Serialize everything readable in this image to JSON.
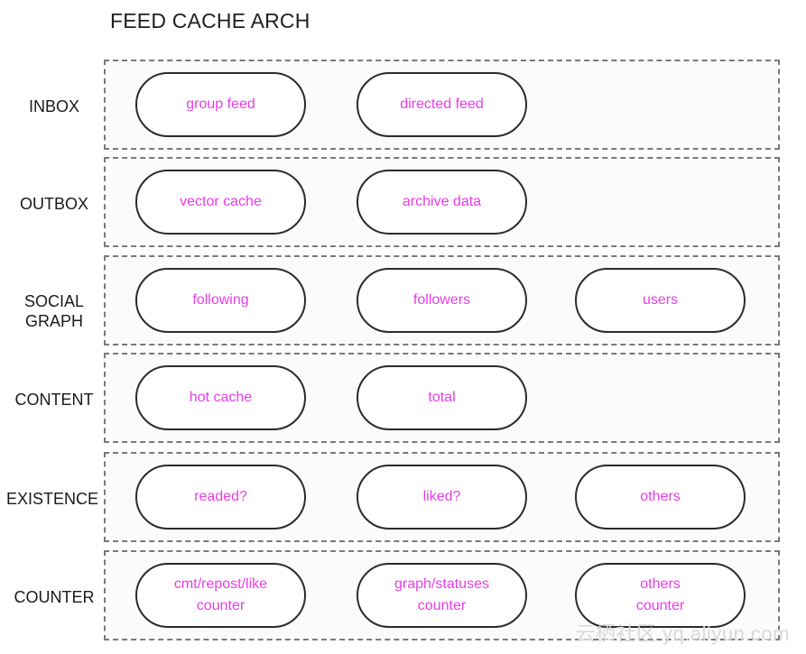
{
  "title": "FEED CACHE ARCH",
  "colors": {
    "pill_text": "#e83de8",
    "border": "#7a7a7a"
  },
  "rows": [
    {
      "label": "INBOX",
      "items": [
        "group feed",
        "directed feed"
      ]
    },
    {
      "label": "OUTBOX",
      "items": [
        "vector cache",
        "archive data"
      ]
    },
    {
      "label": "SOCIAL\nGRAPH",
      "items": [
        "following",
        "followers",
        "users"
      ]
    },
    {
      "label": "CONTENT",
      "items": [
        "hot cache",
        "total"
      ]
    },
    {
      "label": "EXISTENCE",
      "items": [
        "readed?",
        "liked?",
        "others"
      ]
    },
    {
      "label": "COUNTER",
      "items": [
        "cmt/repost/like\ncounter",
        "graph/statuses\ncounter",
        "others\ncounter"
      ]
    }
  ],
  "watermark": "云栖社区 yq.aliyun.com"
}
